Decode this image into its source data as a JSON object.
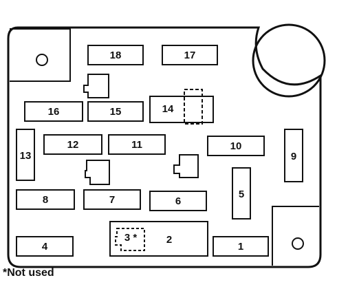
{
  "fuses": [
    {
      "id": "fuse-18",
      "label": "18"
    },
    {
      "id": "fuse-17",
      "label": "17"
    },
    {
      "id": "fuse-16",
      "label": "16"
    },
    {
      "id": "fuse-15",
      "label": "15"
    },
    {
      "id": "fuse-14",
      "label": "14"
    },
    {
      "id": "fuse-13",
      "label": "13"
    },
    {
      "id": "fuse-12",
      "label": "12"
    },
    {
      "id": "fuse-11",
      "label": "11"
    },
    {
      "id": "fuse-10",
      "label": "10"
    },
    {
      "id": "fuse-9",
      "label": "9"
    },
    {
      "id": "fuse-8",
      "label": "8"
    },
    {
      "id": "fuse-7",
      "label": "7"
    },
    {
      "id": "fuse-6",
      "label": "6"
    },
    {
      "id": "fuse-5",
      "label": "5"
    },
    {
      "id": "fuse-4",
      "label": "4"
    },
    {
      "id": "fuse-3",
      "label": "3 *"
    },
    {
      "id": "fuse-2",
      "label": "2"
    },
    {
      "id": "fuse-1",
      "label": "1"
    }
  ],
  "footnote": "*Not used"
}
